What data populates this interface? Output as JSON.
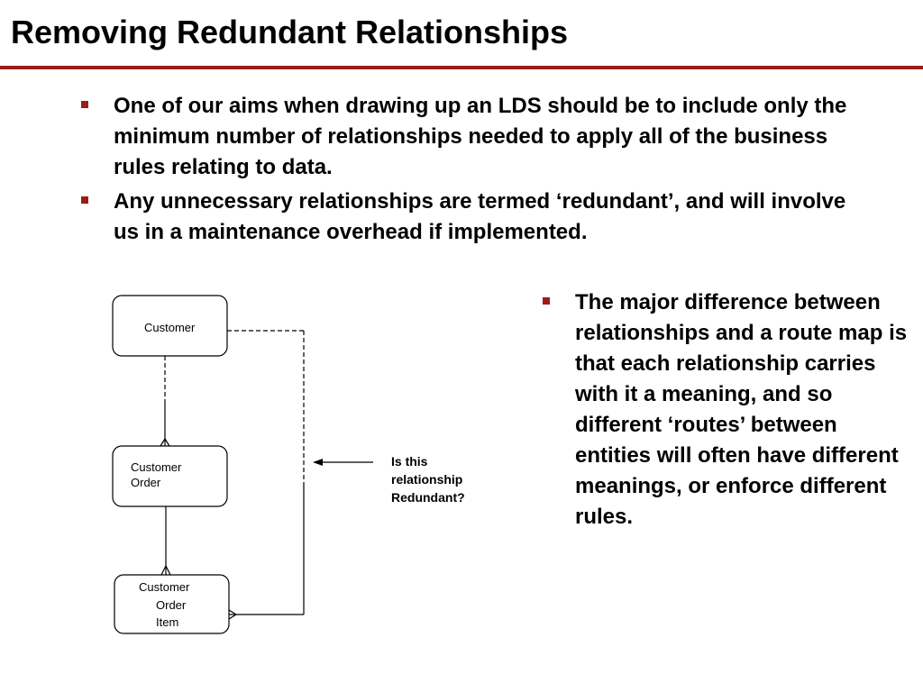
{
  "slide": {
    "title": "Removing Redundant Relationships",
    "accent_color": "#9b1b1b",
    "bullets_top": [
      "One of our aims when drawing up an LDS should be to include only the minimum number of relationships needed to apply all of the business rules relating to data.",
      "Any unnecessary relationships are termed ‘redundant’, and will involve us in a maintenance overhead if implemented."
    ],
    "bullets_right": [
      "The major difference between relationships and a route map is that each relationship carries with it a meaning, and so different ‘routes’ between entities will often have different meanings, or enforce different rules."
    ]
  },
  "diagram": {
    "entities": {
      "customer": [
        "Customer"
      ],
      "customer_order": [
        "Customer",
        "Order"
      ],
      "customer_order_item": [
        "Customer",
        "Order",
        "Item"
      ]
    },
    "annotation": [
      "Is this",
      "relationship",
      "Redundant?"
    ]
  }
}
